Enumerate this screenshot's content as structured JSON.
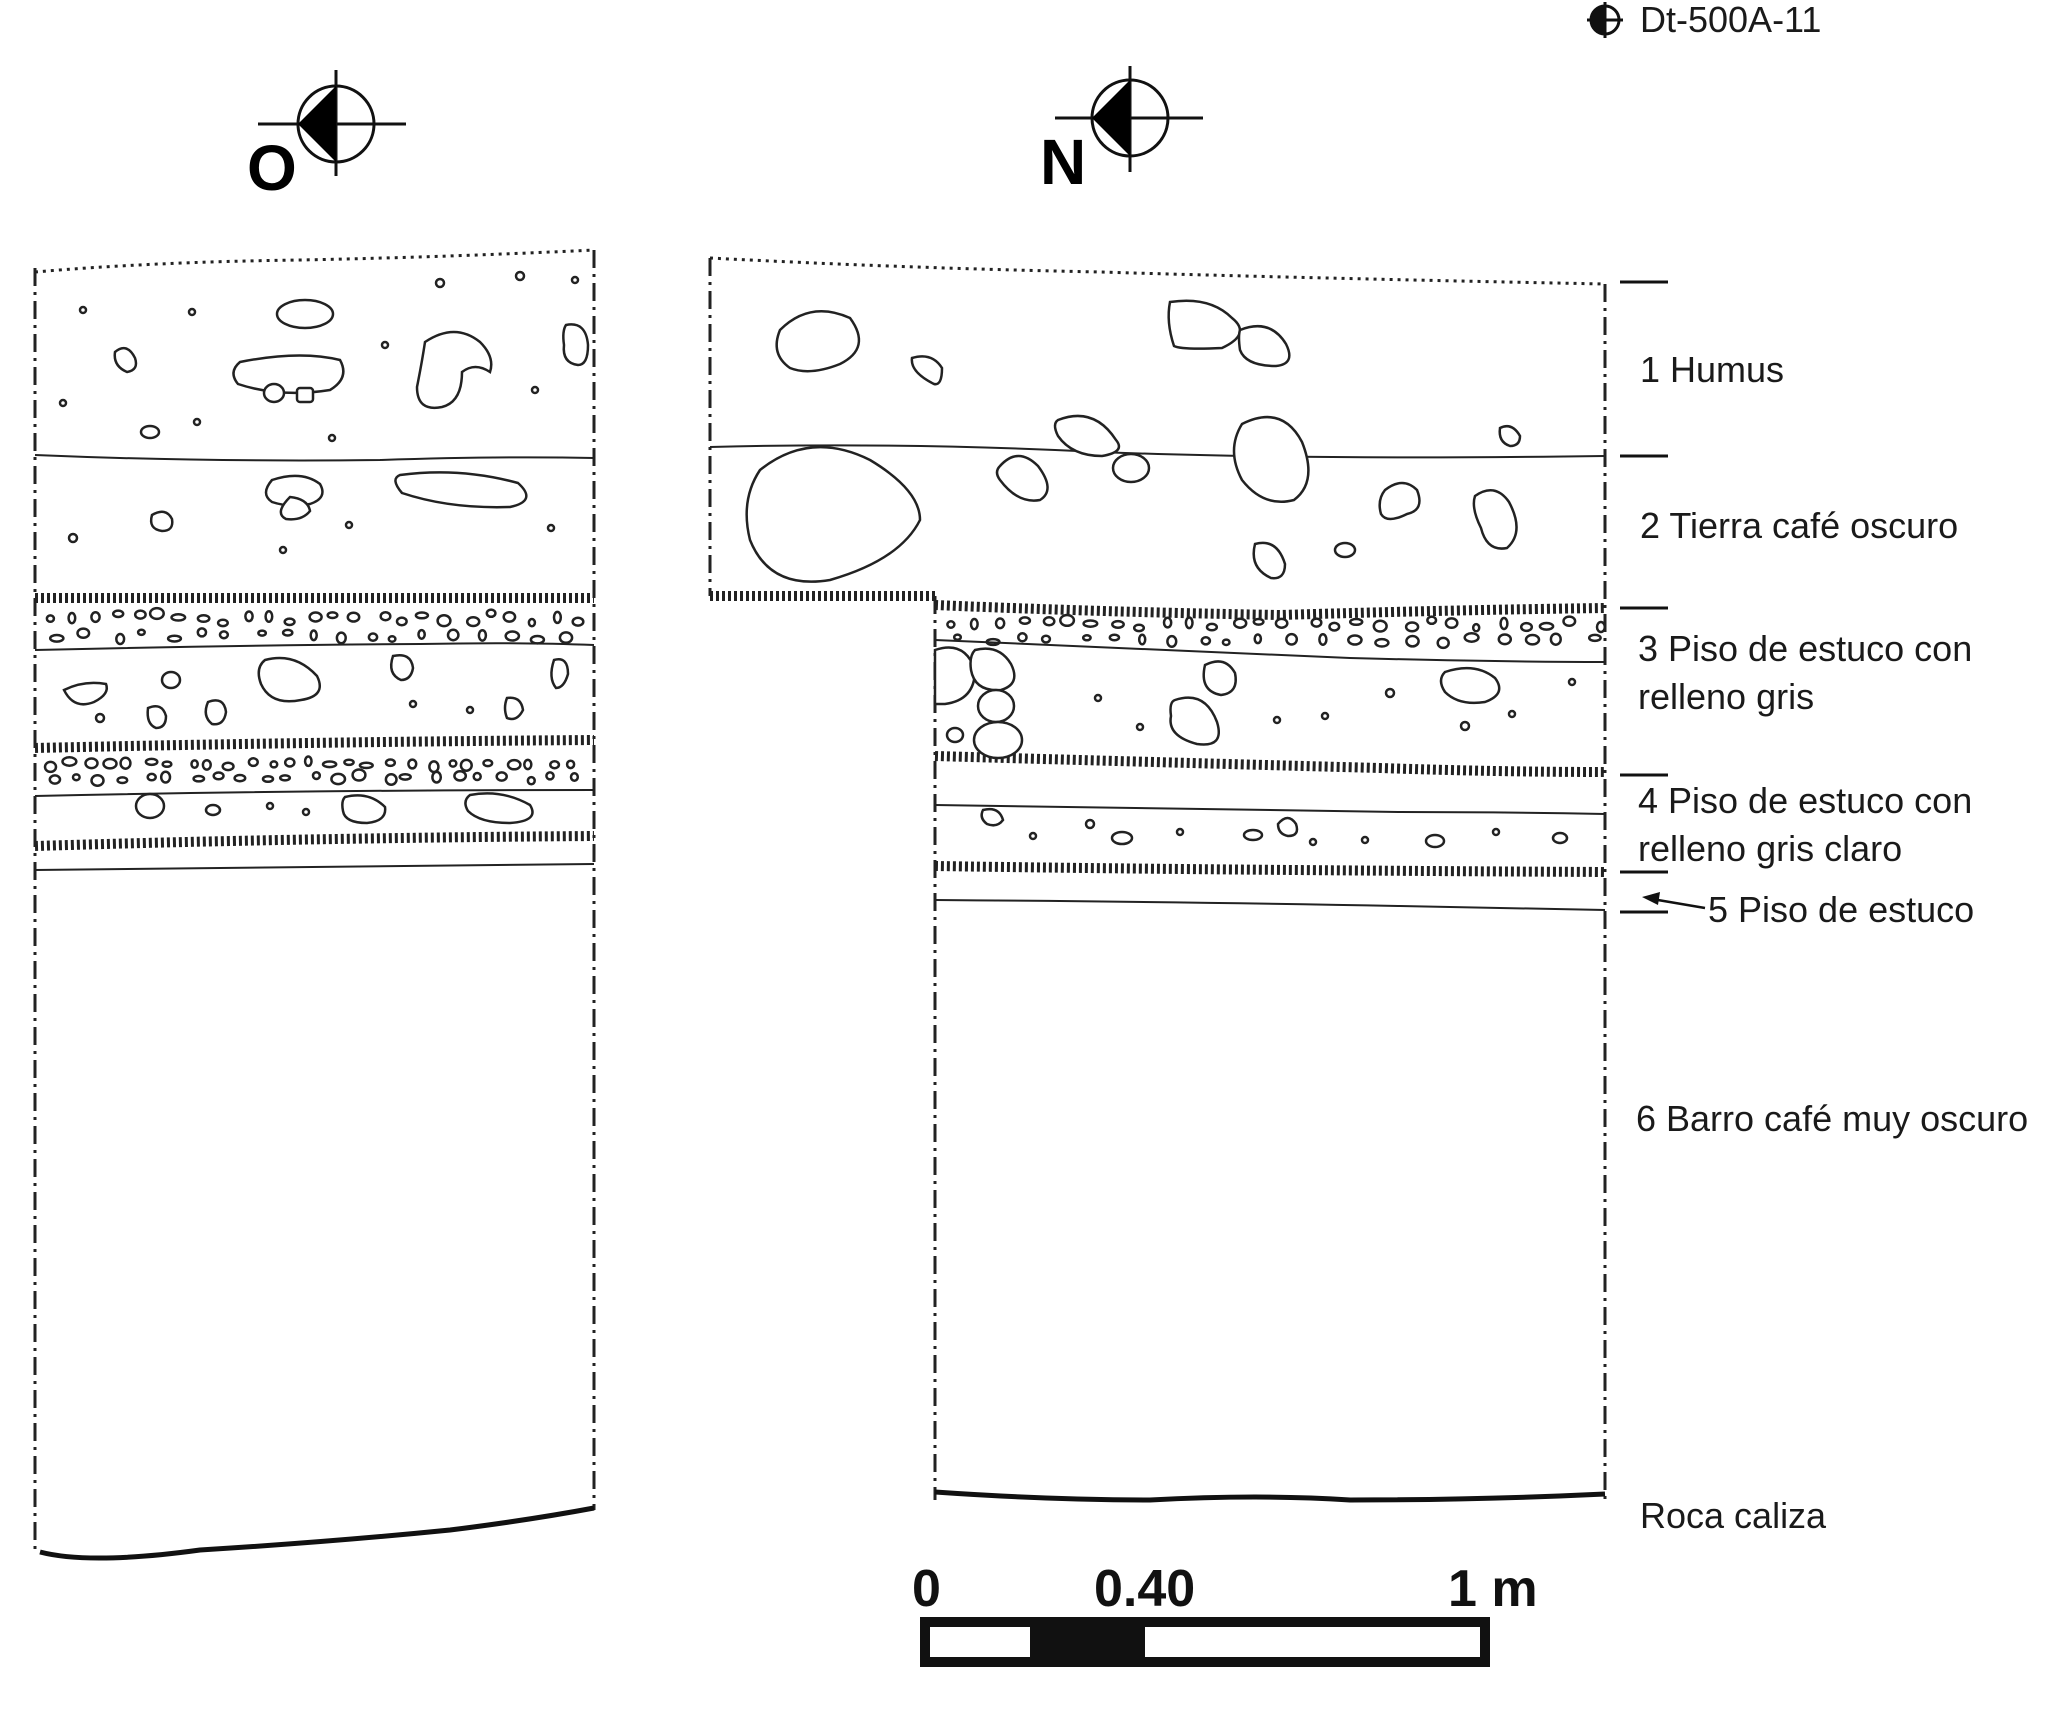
{
  "drawing_id": "Dt-500A-11",
  "orientations": {
    "west": "O",
    "north": "N"
  },
  "strata": [
    {
      "label": "1 Humus"
    },
    {
      "label": "2 Tierra café oscuro"
    },
    {
      "label": "3 Piso de estuco con",
      "label2": "relleno gris"
    },
    {
      "label": "4 Piso de estuco con",
      "label2": "relleno gris claro"
    },
    {
      "label": "5 Piso de estuco"
    },
    {
      "label": "6 Barro café muy oscuro"
    }
  ],
  "bedrock": "Roca caliza",
  "scale_bar": {
    "labels": [
      "0",
      "0.40",
      "1 m"
    ]
  }
}
